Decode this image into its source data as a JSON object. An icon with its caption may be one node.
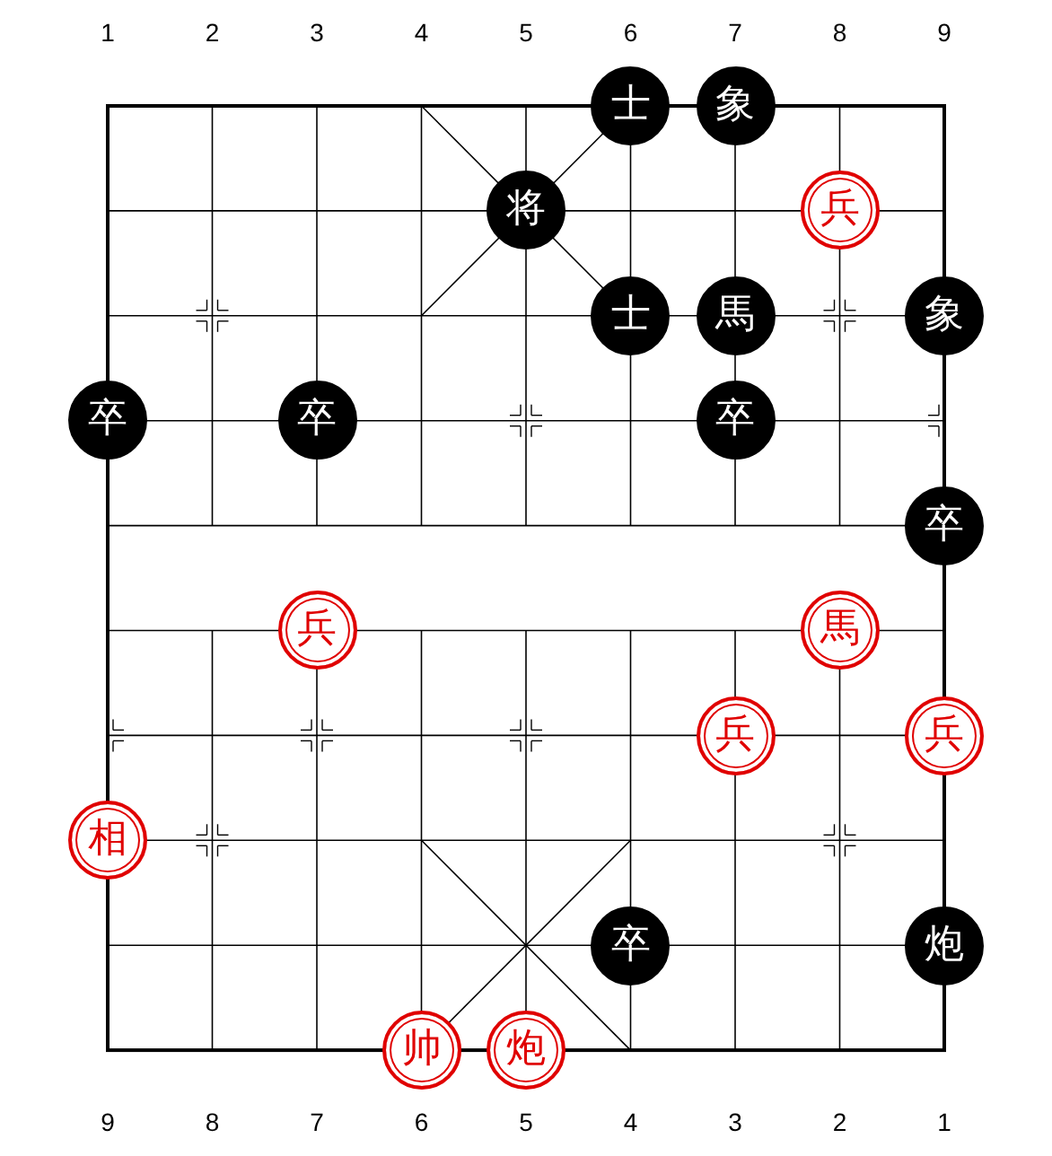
{
  "diagram": {
    "nodes": [
      {
        "text": [
          "士"
        ]
      },
      {
        "text": [
          "象"
        ]
      },
      {
        "text": [
          "将"
        ]
      },
      {
        "text": [
          "兵"
        ]
      },
      {
        "text": [
          "士"
        ]
      },
      {
        "text": [
          "馬"
        ]
      },
      {
        "text": [
          "象"
        ]
      },
      {
        "text": [
          "卒"
        ]
      },
      {
        "text": [
          "卒"
        ]
      },
      {
        "text": [
          "卒"
        ]
      },
      {
        "text": [
          "卒"
        ]
      },
      {
        "text": [
          "兵"
        ]
      },
      {
        "text": [
          "馬"
        ]
      },
      {
        "text": [
          "兵"
        ]
      },
      {
        "text": [
          "兵"
        ]
      },
      {
        "text": [
          "相"
        ]
      },
      {
        "text": [
          "卒"
        ]
      },
      {
        "text": [
          "炮"
        ]
      },
      {
        "text": [
          "帅"
        ]
      },
      {
        "text": [
          "炮"
        ]
      }
    ],
    "labels": [
      "1",
      "2",
      "3",
      "4",
      "5",
      "6",
      "7",
      "8",
      "9",
      "9",
      "8",
      "7",
      "6",
      "5",
      "4",
      "3",
      "2",
      "1"
    ]
  }
}
